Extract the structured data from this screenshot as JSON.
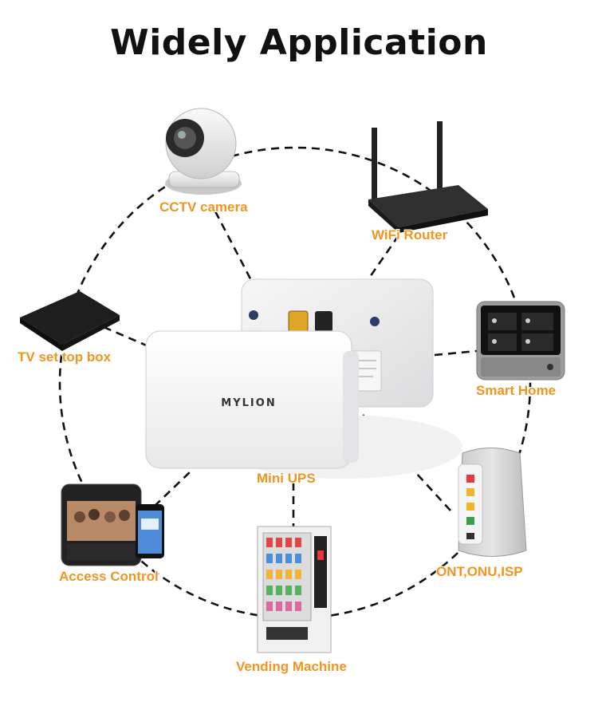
{
  "title": "Widely  Application",
  "center": {
    "label": "Mini  UPS",
    "brand": "MYLION"
  },
  "devices": {
    "cctv": "CCTV camera",
    "router": "WiFi Router",
    "tvbox": "TV set top box",
    "smarthome": "Smart Home",
    "access": "Access Control",
    "ont": "ONT,ONU,ISP",
    "vending": "Vending Machine"
  },
  "colors": {
    "label": "#f0951f",
    "title": "#111111"
  }
}
